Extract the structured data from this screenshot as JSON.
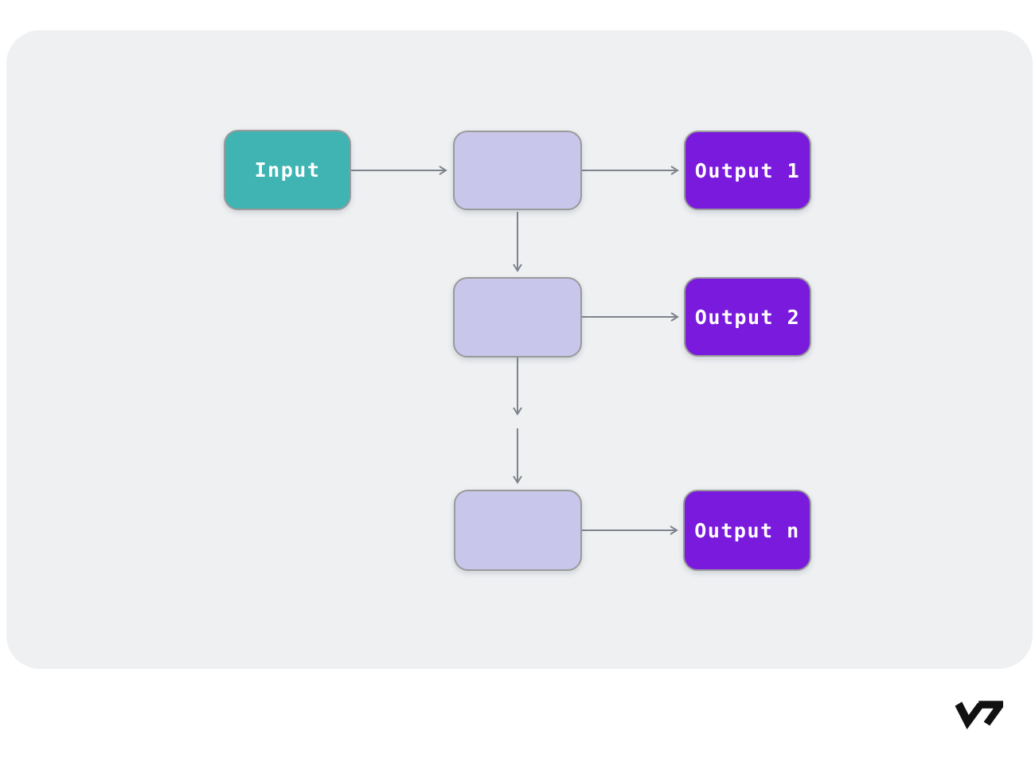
{
  "diagram": {
    "input_node": {
      "label": "Input",
      "fill": "#3fb4b2"
    },
    "process_nodes": [
      {
        "id": "process-1",
        "label": ""
      },
      {
        "id": "process-2",
        "label": ""
      },
      {
        "id": "process-n",
        "label": ""
      }
    ],
    "output_nodes": [
      {
        "label": "Output 1"
      },
      {
        "label": "Output 2"
      },
      {
        "label": "Output n"
      }
    ],
    "connections": [
      {
        "from": "input",
        "to": "process-1",
        "style": "solid"
      },
      {
        "from": "process-1",
        "to": "output-1",
        "style": "solid"
      },
      {
        "from": "process-1",
        "to": "process-2",
        "style": "solid"
      },
      {
        "from": "process-2",
        "to": "output-2",
        "style": "solid"
      },
      {
        "from": "process-2",
        "to": "process-n",
        "style": "broken-continuation"
      },
      {
        "from": "process-n",
        "to": "output-n",
        "style": "solid"
      }
    ],
    "colors": {
      "page_background": "#ffffff",
      "panel_background": "#eef0f2",
      "input_fill": "#3fb4b2",
      "process_fill": "#c8c6ea",
      "output_fill": "#7a1add",
      "node_border": "#9a9a9a",
      "arrow": "#7e848e",
      "label_text": "#ffffff",
      "logo": "#111111"
    }
  },
  "branding": {
    "logo_text": "V7"
  }
}
